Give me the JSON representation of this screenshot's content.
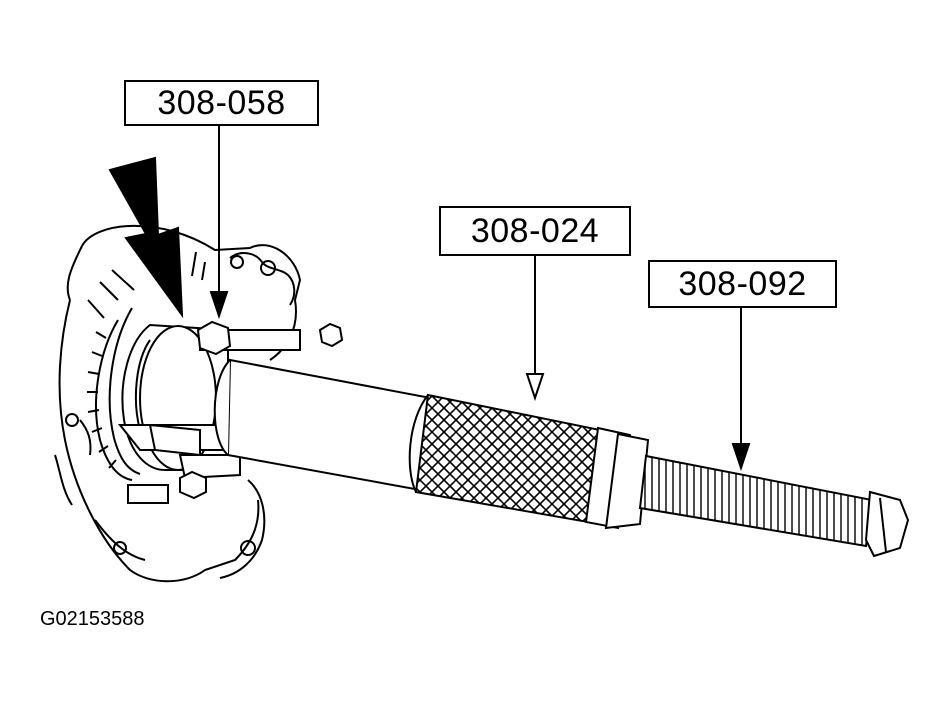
{
  "callouts": [
    {
      "label": "308-058"
    },
    {
      "label": "308-024"
    },
    {
      "label": "308-092"
    }
  ],
  "figure_id": "G02153588",
  "colors": {
    "ink": "#000000",
    "paper": "#ffffff"
  }
}
